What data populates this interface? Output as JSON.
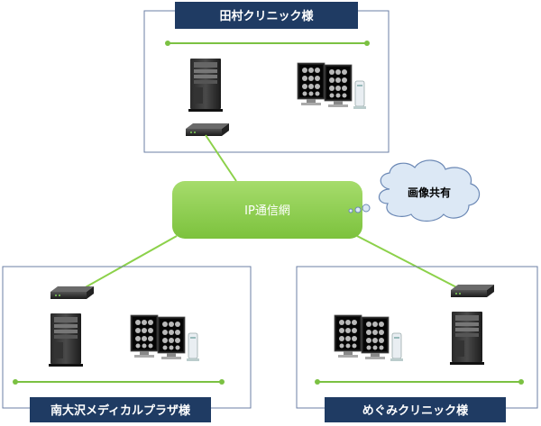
{
  "sites": {
    "top": {
      "title": "田村クリニック様"
    },
    "left": {
      "title": "南大沢メディカルプラザ様"
    },
    "right": {
      "title": "めぐみクリニック様"
    }
  },
  "network": {
    "label": "IP通信網"
  },
  "cloud": {
    "label": "画像共有"
  },
  "colors": {
    "title_bg": "#1f3b63",
    "network_green": "#8cd14a",
    "lan_line": "#7bc142",
    "frame": "#6b7fa6",
    "cloud_fill": "#dce8f5",
    "cloud_stroke": "#6b88b5"
  }
}
